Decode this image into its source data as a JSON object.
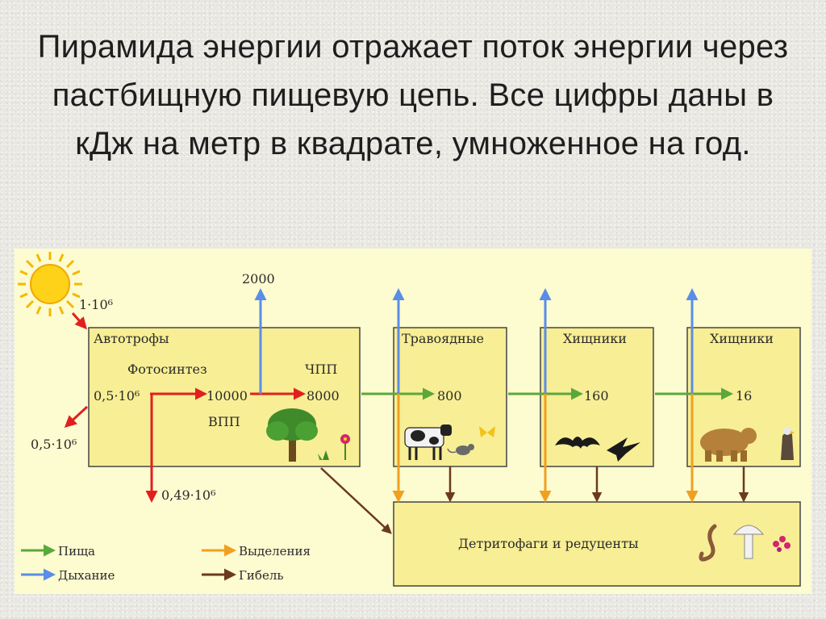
{
  "title": "Пирамида энергии отражает поток энергии через пастбищную пищевую цепь. Все цифры даны в кДж на метр в квадрате, умноженное на год.",
  "diagram": {
    "solar_input": "1·10⁶",
    "reflected": "0,5·10⁶",
    "absorbed": "0,5·10⁶",
    "not_used": "0,49·10⁶",
    "autotrophs": {
      "title": "Автотрофы",
      "photosynthesis": "Фотосинтез",
      "gpp_label": "ВПП",
      "npp_label": "ЧПП",
      "gpp_value": "10000",
      "npp_value": "8000",
      "respiration": "2000"
    },
    "herbivores": {
      "title": "Травоядные",
      "value": "800"
    },
    "carnivores1": {
      "title": "Хищники",
      "value": "160"
    },
    "carnivores2": {
      "title": "Хищники",
      "value": "16"
    },
    "decomposers": {
      "title": "Детритофаги и редуценты"
    },
    "legend": {
      "food": "Пища",
      "respiration": "Дыхание",
      "excretion": "Выделения",
      "death": "Гибель"
    },
    "colors": {
      "food": "#5aa83a",
      "respiration": "#5a8ee6",
      "excretion": "#f0a020",
      "death": "#6b3a1e",
      "energy": "#e21f1f",
      "box_fill": "#f8ee95",
      "panel_bg": "#fdfbd0"
    }
  }
}
